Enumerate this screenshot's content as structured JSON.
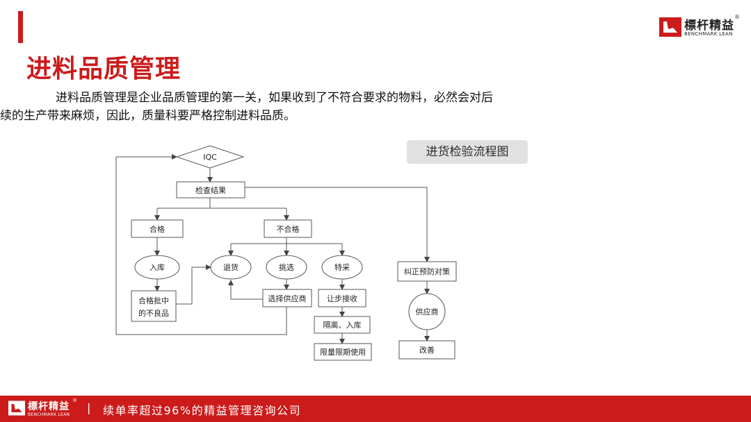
{
  "page": {
    "title": "进料品质管理",
    "intro_line1": "进料品质管理是企业品质管理的第一关，如果收到了不符合要求的物料，必然会对后",
    "intro_line2": "续的生产带来麻烦，因此，质量科要严格控制进料品质。",
    "chart_label": "进货检验流程图"
  },
  "brand": {
    "name_cn": "標杆精益",
    "name_en": "BENCHMARK LEAN",
    "reg_mark": "®",
    "color": "#cc1b1b"
  },
  "footer": {
    "separator": "|",
    "slogan": "续单率超过96%的精益管理咨询公司"
  },
  "flowchart": {
    "nodes": {
      "iqc": "IQC",
      "inspection_result": "检查结果",
      "qualified": "合格",
      "unqualified": "不合格",
      "warehousing": "入库",
      "return": "退货",
      "sorting": "挑选",
      "special_acceptance": "特采",
      "defects_line1": "合格批中",
      "defects_line2": "的不良品",
      "select_supplier": "选择供应商",
      "concession": "让步接收",
      "isolate_store": "隔离、入库",
      "limited_use": "限量限期使用",
      "corrective_action": "纠正预防对策",
      "supplier": "供应商",
      "improvement": "改善"
    }
  }
}
